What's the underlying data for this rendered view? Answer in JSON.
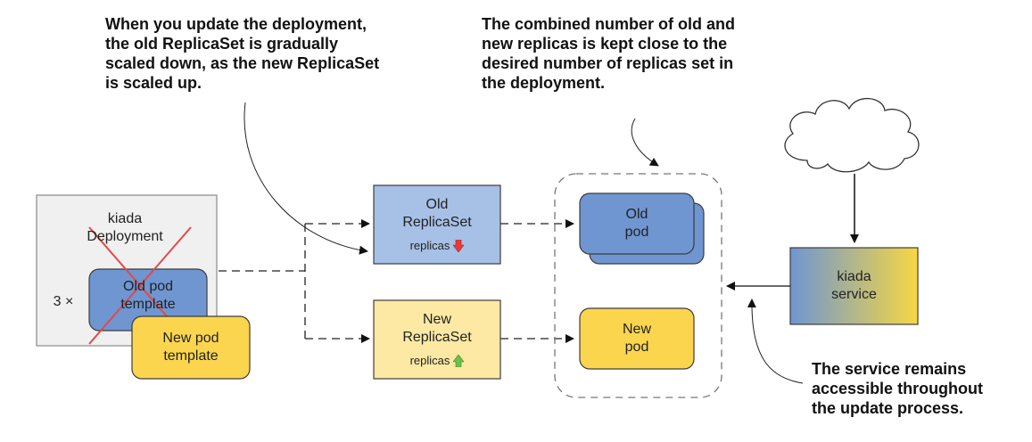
{
  "annotations": {
    "update": "When you update the deployment,\nthe old ReplicaSet is gradually\nscaled down, as the new ReplicaSet\nis scaled up.",
    "combined": "The combined number of old and\nnew replicas is kept close to the\ndesired number of replicas set in\nthe deployment.",
    "service": "The service remains\naccessible throughout\nthe update process."
  },
  "deployment": {
    "line1": "kiada",
    "line2": "Deployment",
    "multiplier": "3 ×"
  },
  "templates": {
    "old_line1": "Old pod",
    "old_line2": "template",
    "new_line1": "New pod",
    "new_line2": "template"
  },
  "replicasets": {
    "old_line1": "Old",
    "old_line2": "ReplicaSet",
    "old_replicas": "replicas",
    "new_line1": "New",
    "new_line2": "ReplicaSet",
    "new_replicas": "replicas"
  },
  "pods": {
    "old_line1": "Old",
    "old_line2": "pod",
    "new_line1": "New",
    "new_line2": "pod"
  },
  "service": {
    "line1": "kiada",
    "line2": "service"
  },
  "icons": [
    "cloud-icon",
    "scale-down-arrow-icon",
    "scale-up-arrow-icon"
  ],
  "colors": {
    "blue": "#6f96d1",
    "light_blue": "#a7c0e6",
    "yellow": "#fbd54e",
    "light_yellow": "#fde9a3",
    "gray_box": "#f0f0f0",
    "red_arrow": "#e83a3a",
    "green_arrow": "#6dbf4a",
    "cross": "#e04a4a"
  }
}
